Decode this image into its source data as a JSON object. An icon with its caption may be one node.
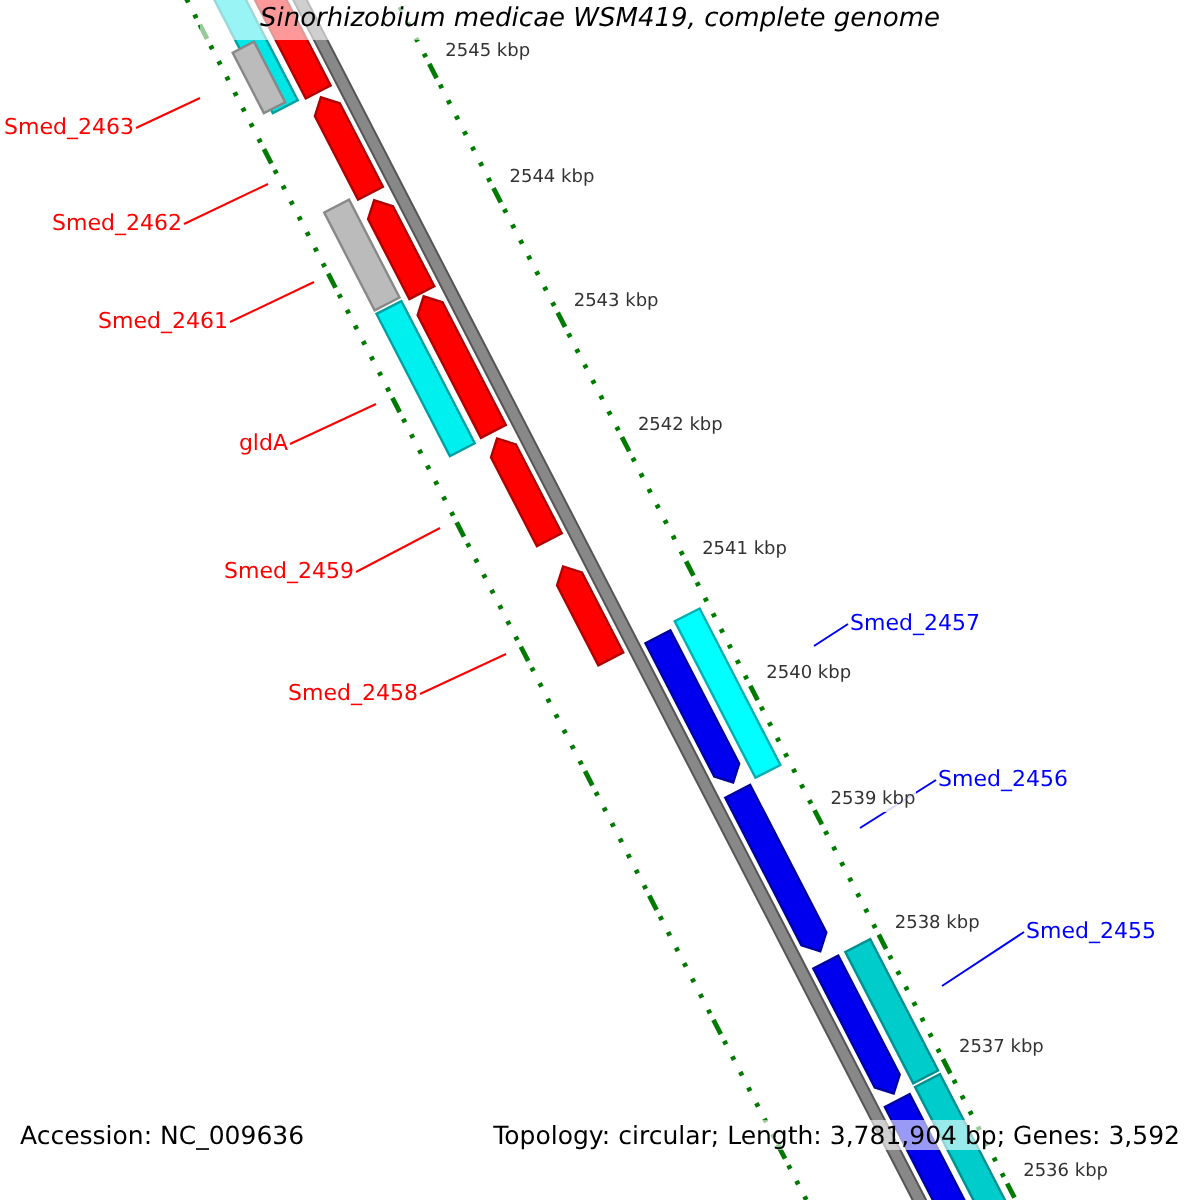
{
  "diagram": {
    "title": "Sinorhizobium medicae WSM419, complete genome",
    "nodes": [
      {
        "text": [
          "Smed_2463"
        ]
      },
      {
        "text": [
          "Smed_2462"
        ]
      },
      {
        "text": [
          "Smed_2461"
        ]
      },
      {
        "text": [
          "gldA"
        ]
      },
      {
        "text": [
          "Smed_2459"
        ]
      },
      {
        "text": [
          "Smed_2458"
        ]
      },
      {
        "text": [
          "Smed_2457"
        ]
      },
      {
        "text": [
          "Smed_2456"
        ]
      },
      {
        "text": [
          "Smed_2455"
        ]
      }
    ],
    "edges": [
      {
        "from": 0,
        "to": null,
        "arrow": "none"
      },
      {
        "from": 1,
        "to": null,
        "arrow": "none"
      },
      {
        "from": 2,
        "to": null,
        "arrow": "none"
      },
      {
        "from": 3,
        "to": null,
        "arrow": "none"
      },
      {
        "from": 4,
        "to": null,
        "arrow": "none"
      },
      {
        "from": 5,
        "to": null,
        "arrow": "none"
      },
      {
        "from": 6,
        "to": null,
        "arrow": "none",
        "color": "#0000ff"
      },
      {
        "from": 7,
        "to": null,
        "arrow": "none",
        "color": "#0000ff"
      },
      {
        "from": 8,
        "to": null,
        "arrow": "none",
        "color": "#0000ff"
      }
    ],
    "labels": [
      "2545 kbp",
      "2544 kbp",
      "2543 kbp",
      "2542 kbp",
      "2541 kbp",
      "2540 kbp",
      "2539 kbp",
      "2538 kbp",
      "2537 kbp",
      "2536 kbp",
      "Accession: NC_009636",
      "Topology: circular; Length: 3,781,904 bp; Genes: 3,592"
    ]
  }
}
